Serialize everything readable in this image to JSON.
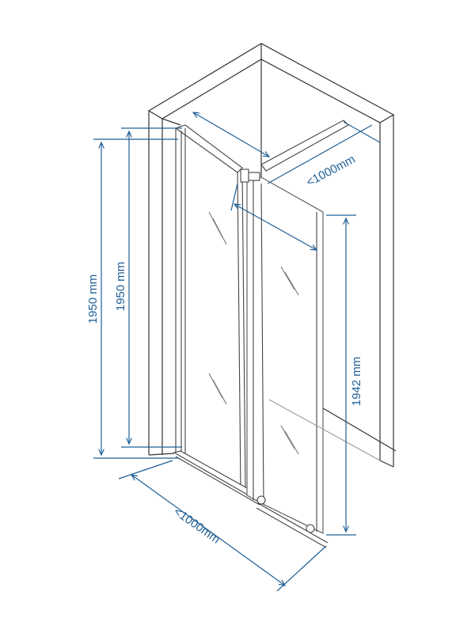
{
  "labels": {
    "height_outer": "1950 mm",
    "height_inner": "1950 mm",
    "height_panel": "1942 mm",
    "width_top": "<1000mm",
    "width_bottom": "<1000mm"
  },
  "colors": {
    "dimension": "#1f5f95",
    "outline": "#333333",
    "glass_edge": "#555555"
  }
}
